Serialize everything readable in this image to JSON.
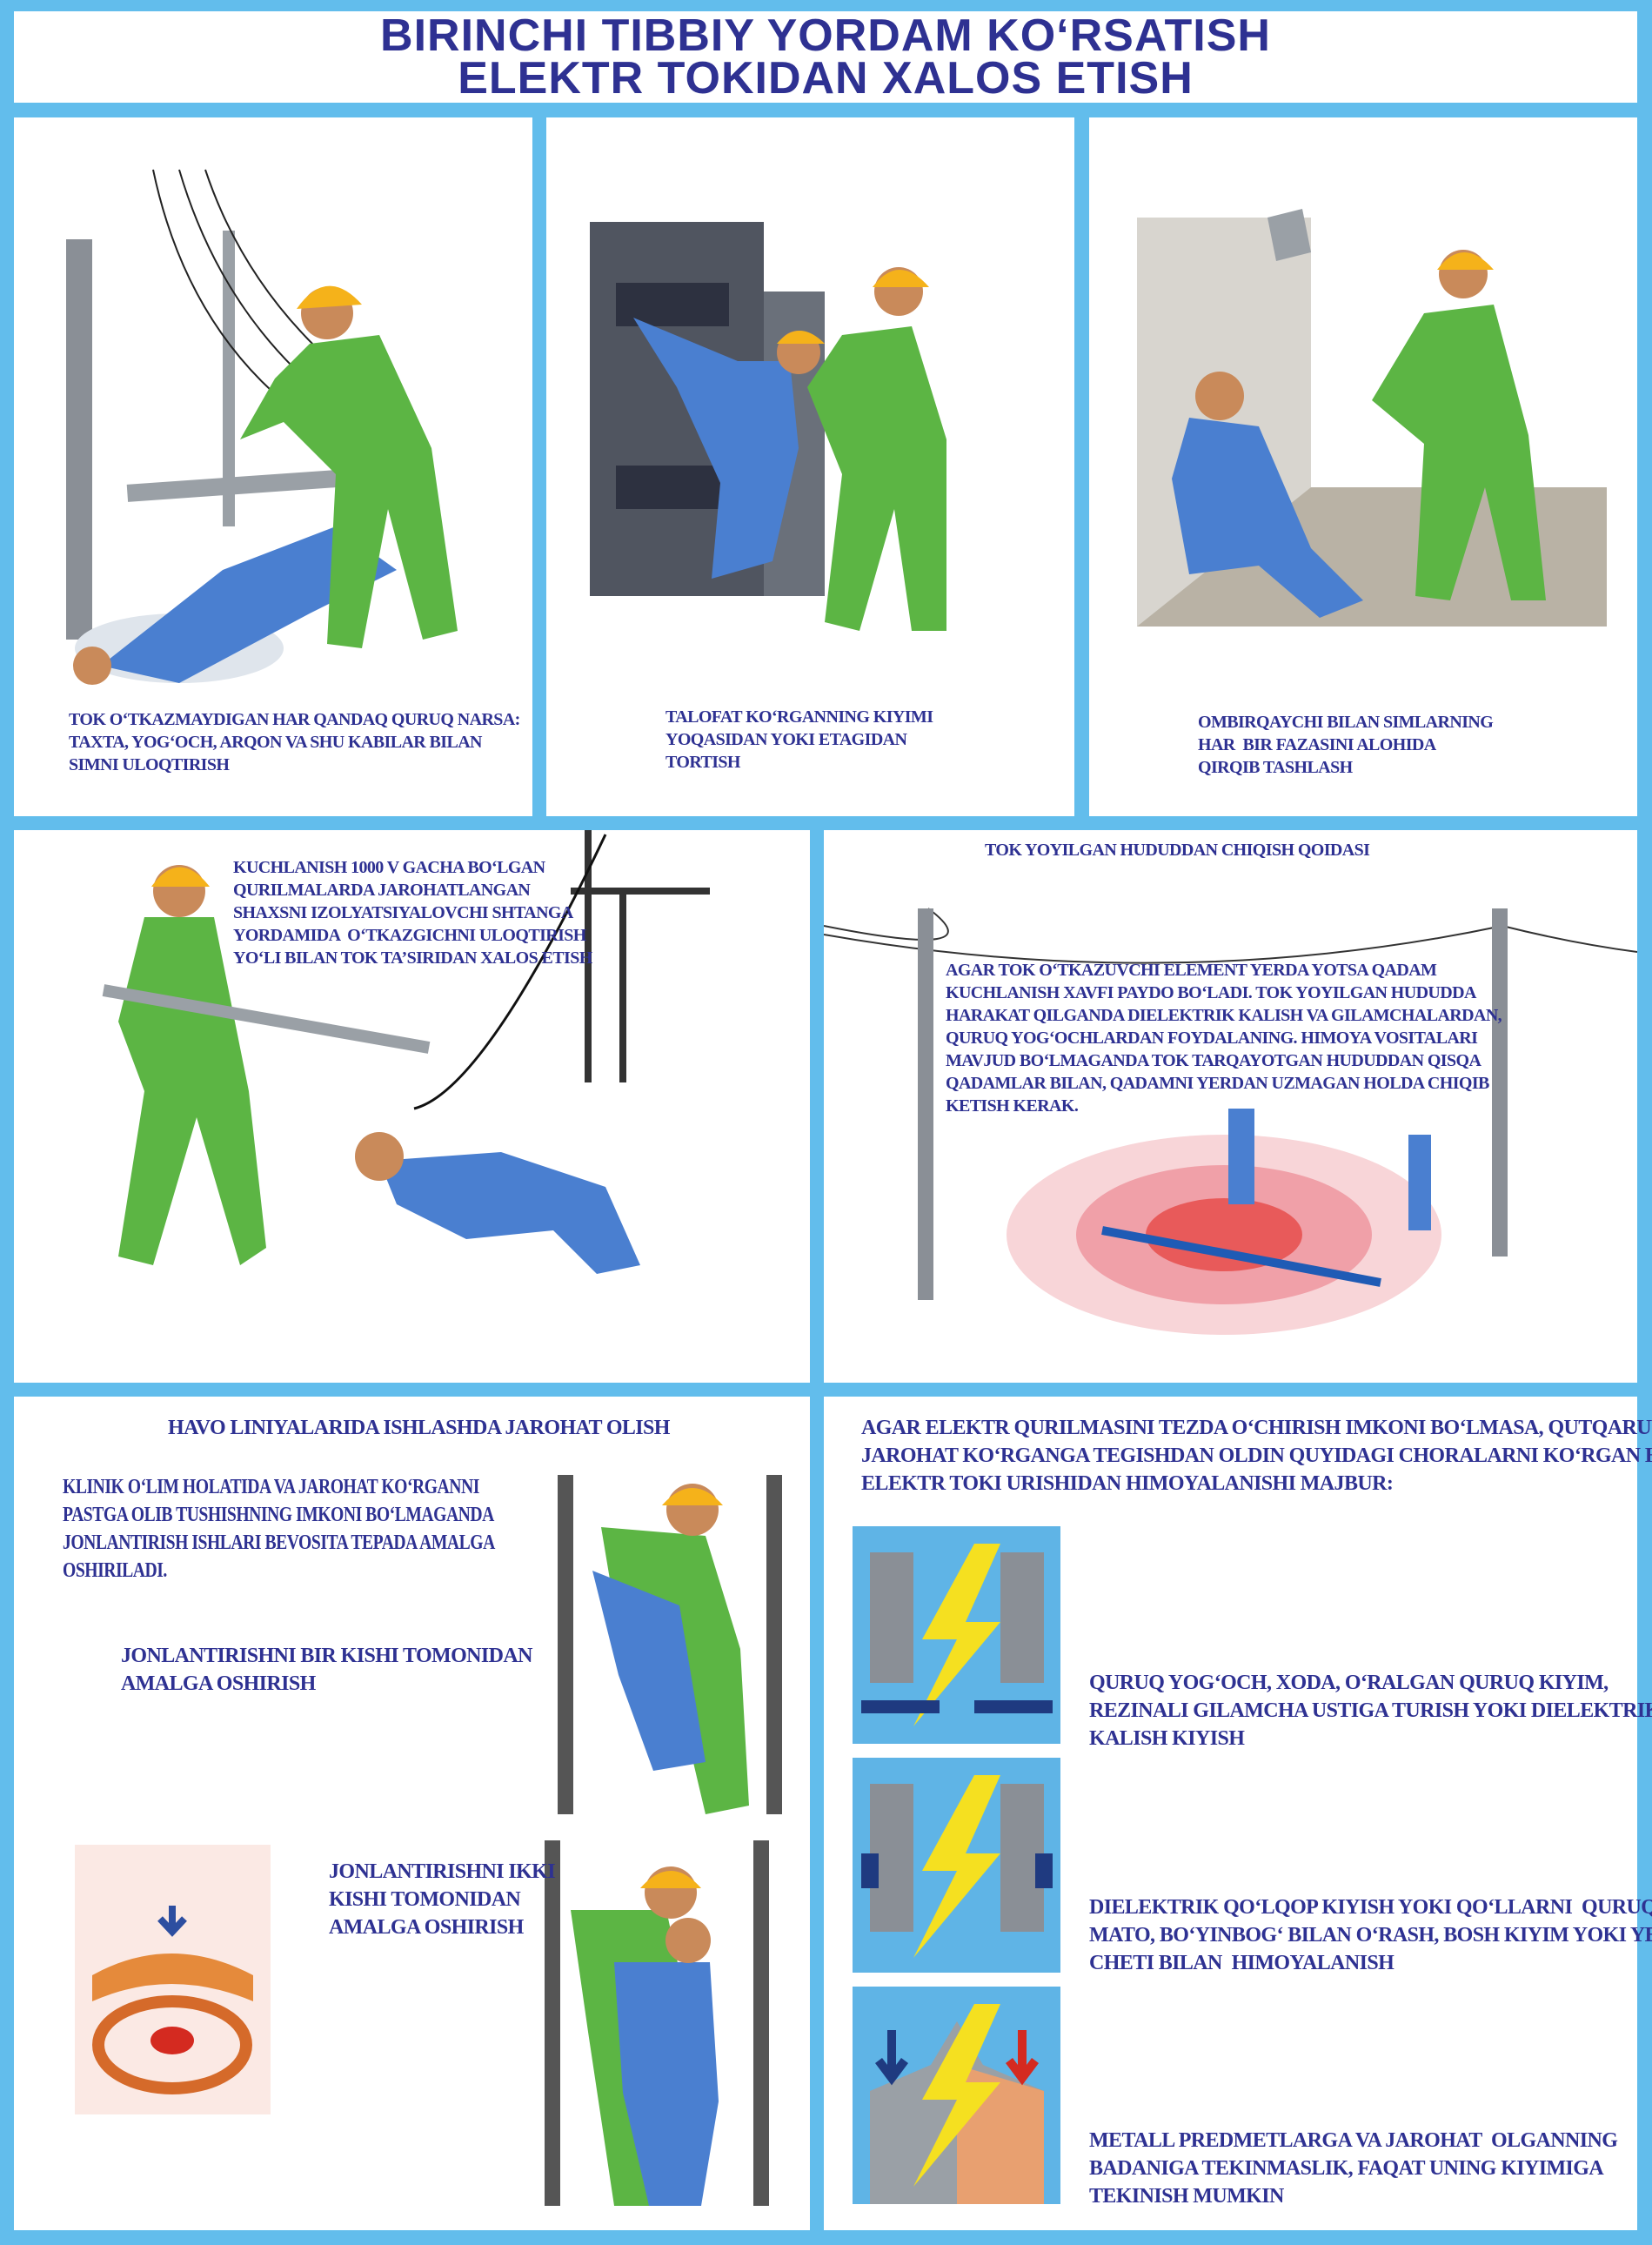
{
  "title": {
    "line1": "BIRINCHI TIBBIY YORDAM KO‘RSATISH",
    "line2": "ELEKTR TOKIDAN XALOS ETISH"
  },
  "panels": {
    "p1": {
      "caption": "TOK O‘TKAZMAYDIGAN HAR QANDAQ QURUQ NARSA:\nTAXTA, YOG‘OCH, ARQON VA SHU KABILAR BILAN\nSIMNI ULOQTIRISH"
    },
    "p2": {
      "caption": "TALOFAT KO‘RGANNING KIYIMI\nYOQASIDAN YOKI ETAGIDAN\nTORTISH"
    },
    "p3": {
      "caption": "OMBIRQAYCHI BILAN SIMLARNING\nHAR  BIR FAZASINI ALOHIDA\nQIRQIB TASHLASH"
    },
    "p4": {
      "caption": "KUCHLANISH 1000 V GACHA BO‘LGAN\nQURILMALARDA JAROHATLANGAN\nSHAXSNI IZOLYATSIYALOVCHI SHTANGA\nYORDAMIDA  O‘TKAZGICHNI ULOQTIRISH\nYO‘LI BILAN TOK TA’SIRIDAN XALOS ETISH"
    },
    "p5": {
      "title": "TOK YOYILGAN HUDUDDAN CHIQISH QOIDASI",
      "body": "AGAR TOK O‘TKAZUVCHI ELEMENT YERDA YOTSA QADAM\nKUCHLANISH XAVFI PAYDO BO‘LADI. TOK YOYILGAN HUDUDDA\nHARAKAT QILGANDA DIELEKTRIK KALISH VA GILAMCHALARDAN,\nQURUQ YOG‘OCHLARDAN FOYDALANING. HIMOYA VOSITALARI\nMAVJUD BO‘LMAGANDA TOK TARQAYOTGAN HUDUDDAN QISQA\nQADAMLAR BILAN, QADAMNI YERDAN UZMAGAN HOLDA CHIQIB\nKETISH KERAK."
    },
    "p6": {
      "title": "HAVO LINIYALARIDA ISHLASHDA JAROHAT OLISH",
      "intro": "KLINIK O‘LIM HOLATIDA VA JAROHAT KO‘RGANNI\nPASTGA OLIB TUSHISHNING IMKONI BO‘LMAGANDA\nJONLANTIRISH ISHLARI BEVOSITA TEPADA AMALGA\nOSHIRILADI.",
      "one_person": "JONLANTIRISHNI BIR KISHI TOMONIDAN\nAMALGA OSHIRISH",
      "two_persons": "JONLANTIRISHNI IKKI\nKISHI TOMONIDAN\nAMALGA OSHIRISH"
    },
    "p7": {
      "title": "AGAR ELEKTR QURILMASINI TEZDA O‘CHIRISH IMKONI BO‘LMASA, QUTQARUVCHI\nJAROHAT KO‘RGANGA TEGISHDAN OLDIN QUYIDAGI CHORALARNI KO‘RGAN HOLDA\nELEKTR TOKI URISHIDAN HIMOYALANISHI MAJBUR:",
      "items": [
        "QURUQ YOG‘OCH, XODA, O‘RALGAN QURUQ KIYIM,\nREZINALI GILAMCHA USTIGA TURISH YOKI DIELEKTRIK\nKALISH KIYISH",
        "DIELEKTRIK QO‘LQOP KIYISH YOKI QO‘LLARNI  QURUQ\nMATO, BO‘YINBOG‘ BILAN O‘RASH, BOSH KIYIM YOKI YENG\nCHETI BILAN  HIMOYALANISH",
        "METALL PREDMETLARGA VA JAROHAT  OLGANNING\nBADANIGA TEKINMASLIK, FAQAT UNING KIYIMIGA\nTEKINISH MUMKIN"
      ]
    }
  },
  "colors": {
    "frame": "#62bdec",
    "text": "#2e3192",
    "rescuer": "#5cb544",
    "victim": "#4a7fd0",
    "helmet": "#f5b21a"
  }
}
